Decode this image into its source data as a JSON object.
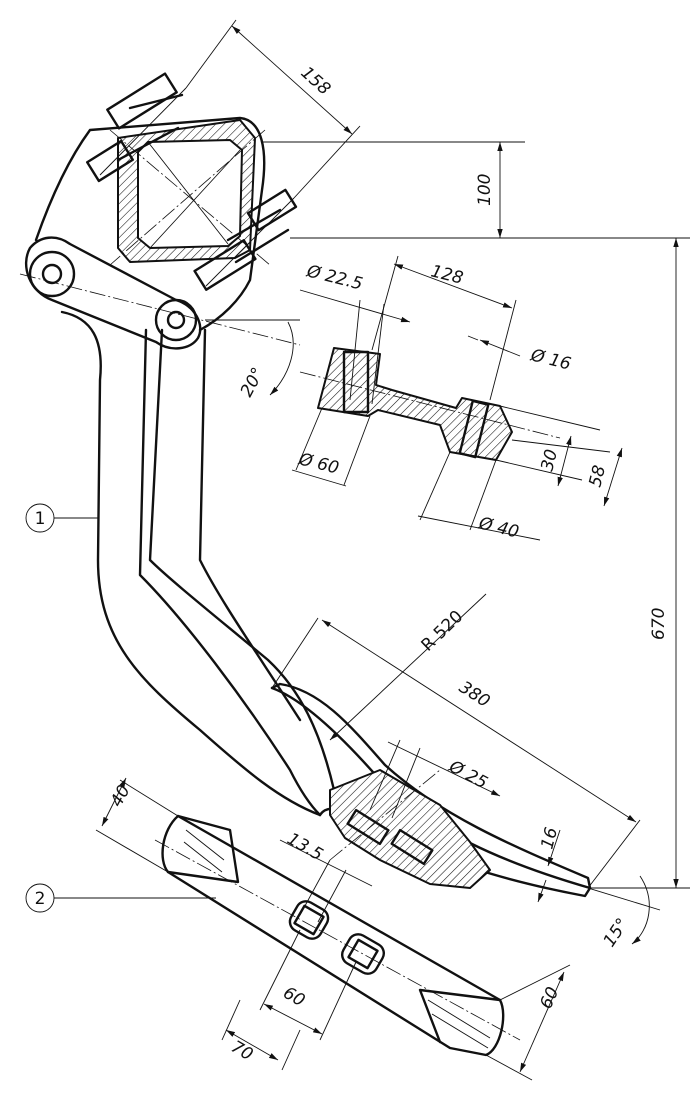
{
  "dimensions": {
    "d158": "158",
    "d100": "100",
    "d670": "670",
    "d_phi22_5": "Ø 22.5",
    "d128": "128",
    "d_phi16": "Ø 16",
    "d20deg": "20°",
    "d_phi60": "Ø 60",
    "d30": "30",
    "d58": "58",
    "d_phi40": "Ø 40",
    "d_r520": "R 520",
    "d380": "380",
    "d_phi25": "Ø 25",
    "d16": "16",
    "d15deg": "15°",
    "d40": "40",
    "d13_5": "13.5",
    "d60a": "60",
    "d60b": "60",
    "d70": "70"
  },
  "parts": {
    "part1": "1",
    "part2": "2"
  }
}
